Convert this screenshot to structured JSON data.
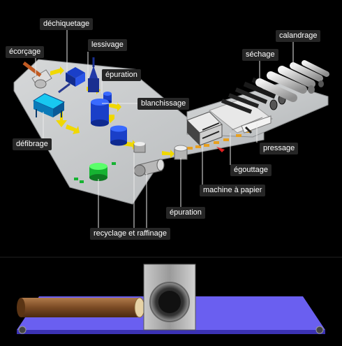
{
  "labels": {
    "ecorcage": "écorçage",
    "dechiquetage": "déchiquetage",
    "lessivage": "lessivage",
    "epuration_top": "épuration",
    "blanchissage": "blanchissage",
    "defibrage": "défibrage",
    "recyclage": "recyclage et raffinage",
    "epuration_bottom": "épuration",
    "machine": "machine à papier",
    "egouttage": "égouttage",
    "pressage": "pressage",
    "sechage": "séchage",
    "calandrage": "calandrage"
  },
  "colors": {
    "platform": "#c8cacb",
    "flow_arrow": "#f0d800",
    "blue_equipment": "#1a3fc8",
    "green_tank": "#16b332",
    "conveyor": "#6a5ff0"
  }
}
